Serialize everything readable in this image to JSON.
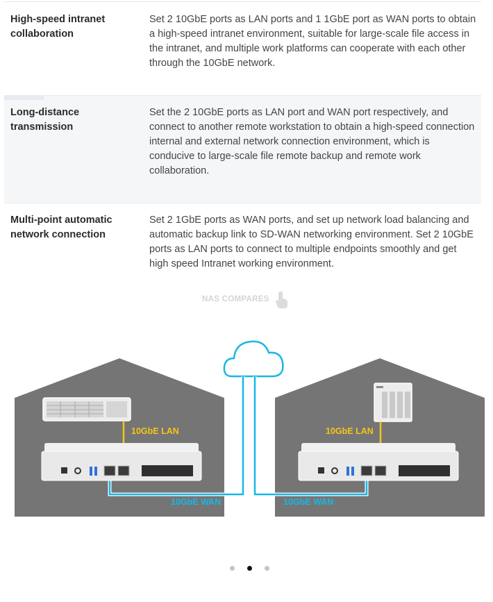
{
  "rows": [
    {
      "title": "High-speed intranet collaboration",
      "description": "Set 2 10GbE ports as LAN ports and 1 1GbE port as WAN ports to obtain a high-speed intranet environment, suitable for large-scale file access in the intranet, and multiple work platforms can cooperate with each other through the 10GbE network."
    },
    {
      "title": "Long-distance transmission",
      "description": "Set the 2 10GbE ports as LAN port and WAN port respectively, and connect to another remote workstation to obtain a high-speed connection internal and external network connection environment, which is conducive to large-scale file remote backup and remote work collaboration."
    },
    {
      "title": "Multi-point automatic network connection",
      "description": "Set 2 1GbE ports as WAN ports, and set up network load balancing and automatic backup link to SD-WAN networking environment. Set 2 10GbE ports as LAN ports to connect to multiple endpoints smoothly and get high speed Intranet working environment."
    }
  ],
  "watermark": "NAS COMPARES",
  "diagram": {
    "left_lan_label": "10GbE LAN",
    "right_lan_label": "10GbE LAN",
    "left_wan_label": "10GbE WAN",
    "right_wan_label": "10GbE WAN"
  },
  "carousel": {
    "total": 3,
    "active_index": 1
  },
  "colors": {
    "lan": "#f5c518",
    "wan": "#17b7e6",
    "house": "#757575"
  }
}
